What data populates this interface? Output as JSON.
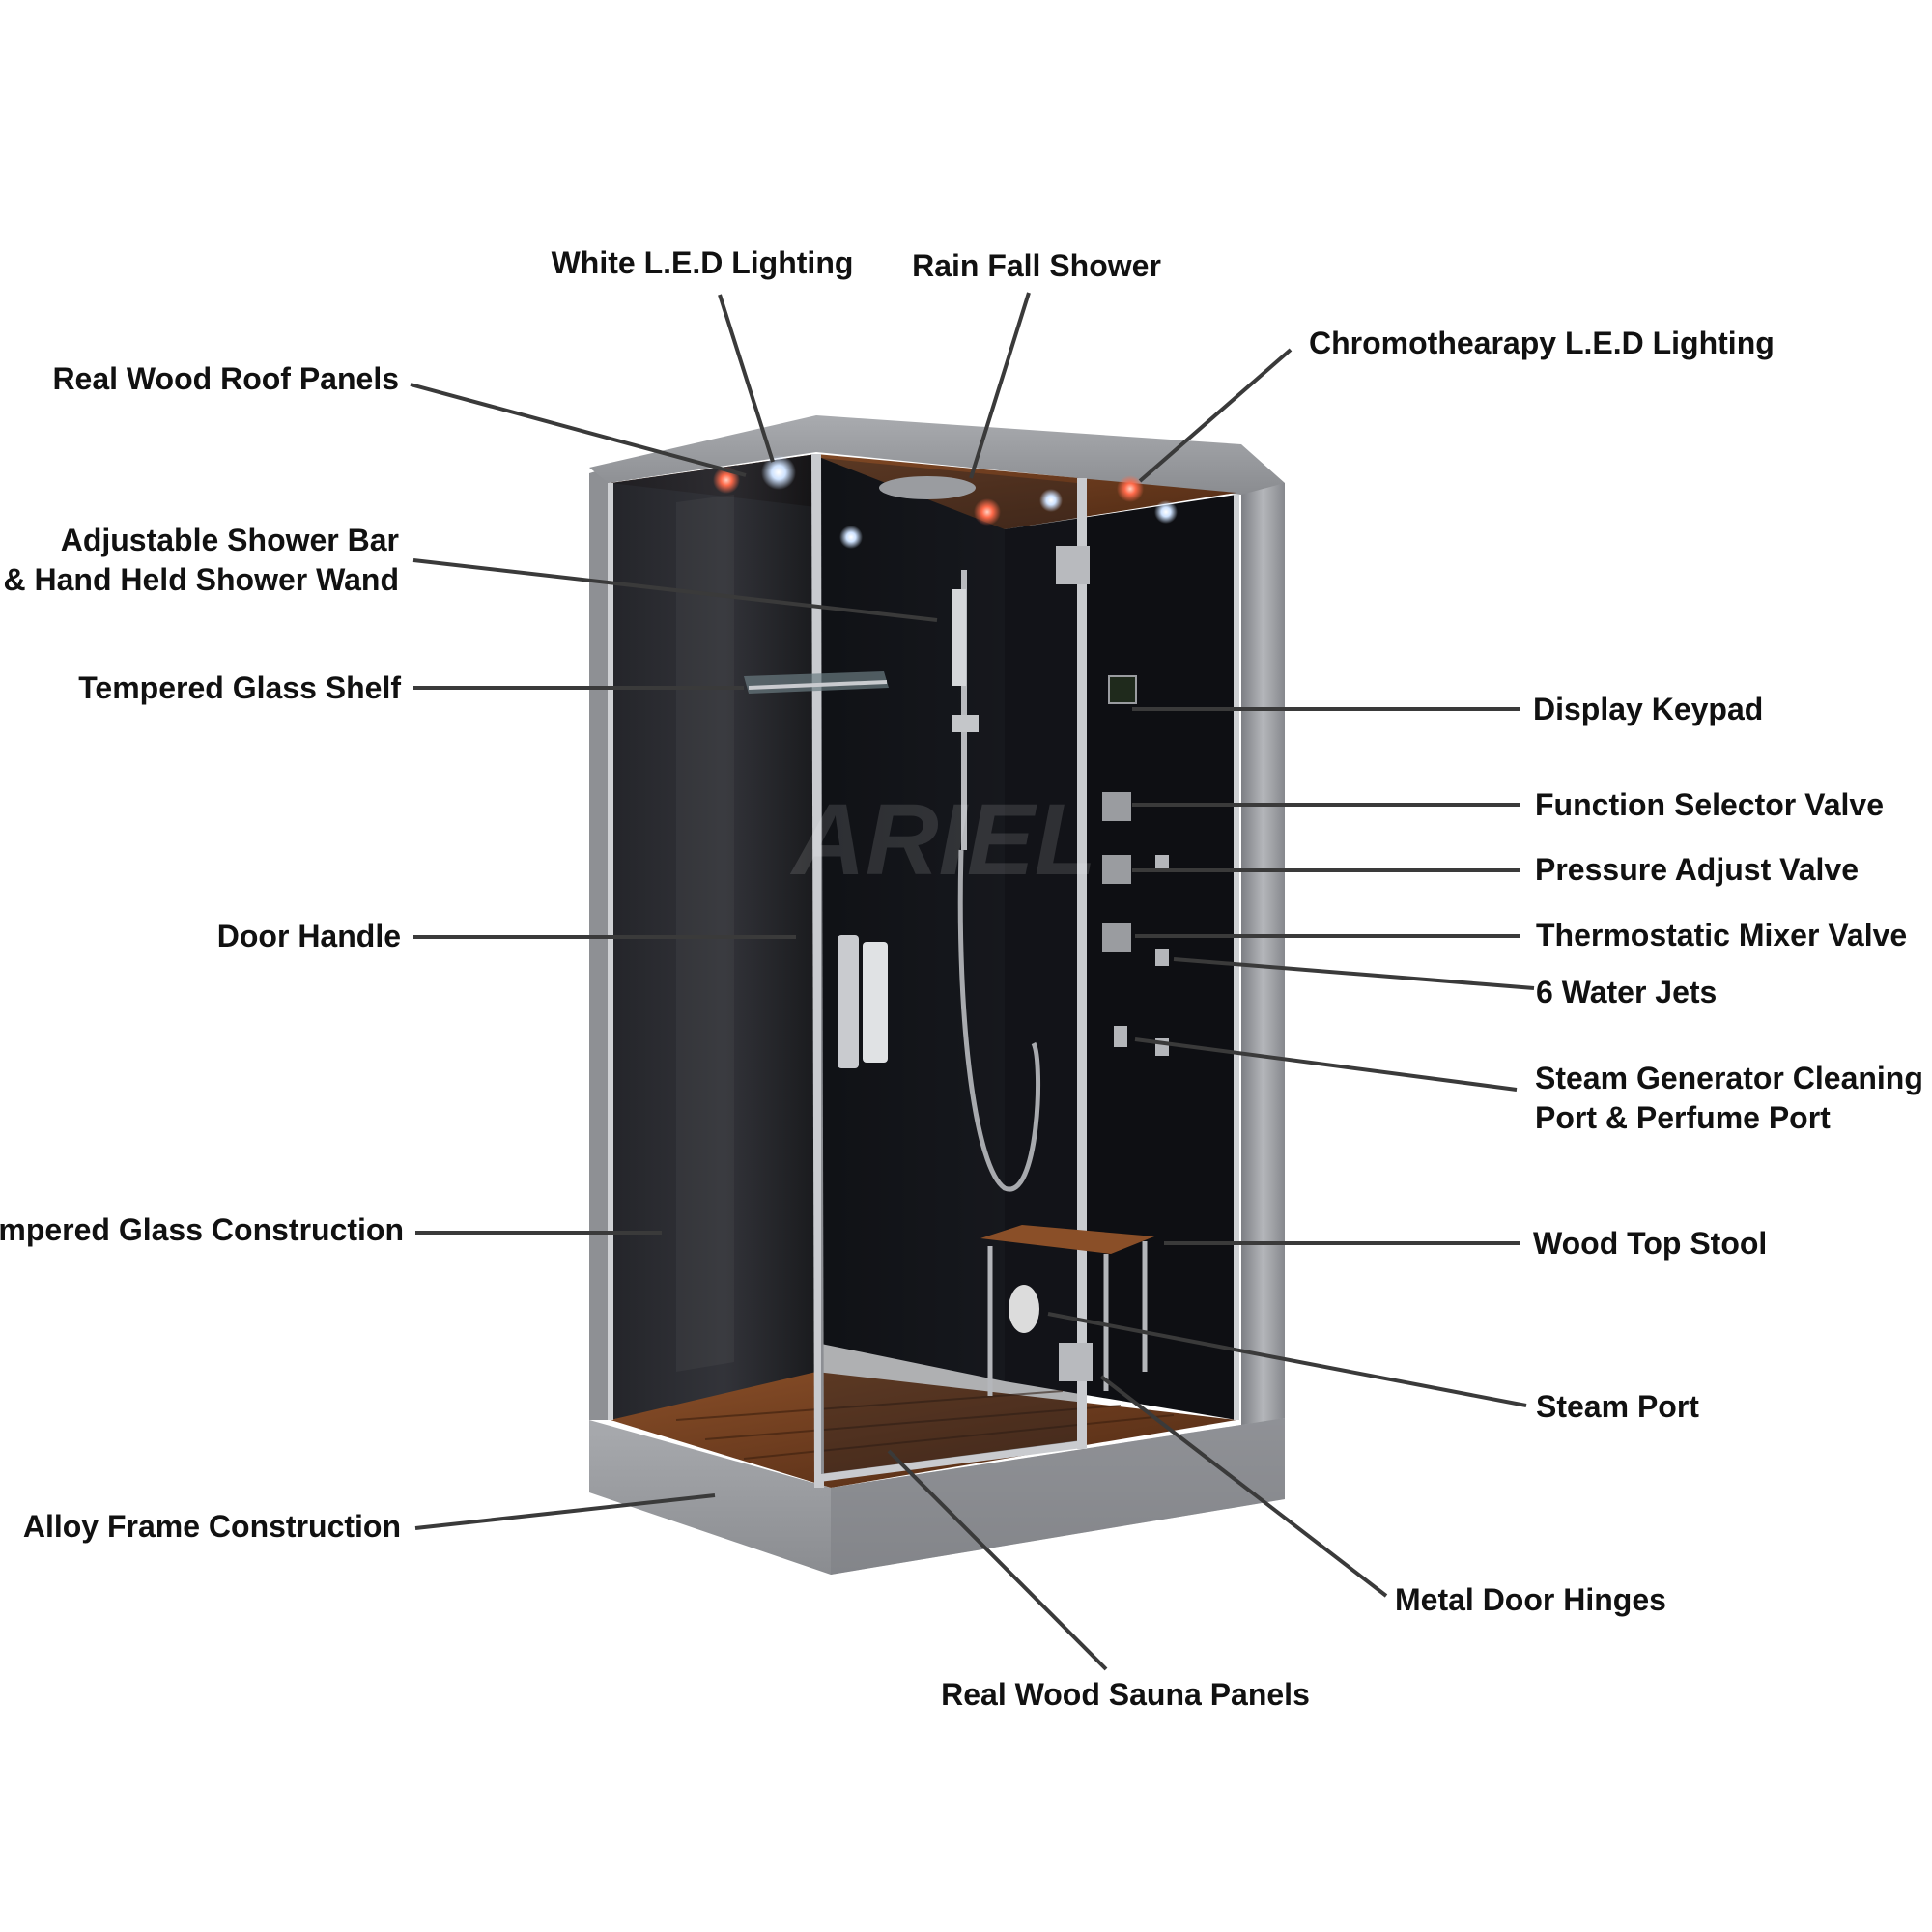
{
  "brand_watermark": "ARIEL",
  "labels": {
    "white_led": "White L.E.D Lighting",
    "rain_fall": "Rain Fall Shower",
    "chromo_led": "Chromothearapy L.E.D Lighting",
    "roof_panels": "Real Wood Roof Panels",
    "shower_bar_1": "Adjustable Shower Bar",
    "shower_bar_2": "& Hand Held Shower Wand",
    "glass_shelf": "Tempered Glass Shelf",
    "door_handle": "Door Handle",
    "glass_construction": "Tempered Glass Construction",
    "alloy_frame": "Alloy Frame Construction",
    "sauna_panels": "Real Wood Sauna Panels",
    "door_hinges": "Metal Door Hinges",
    "steam_port": "Steam Port",
    "wood_stool": "Wood Top Stool",
    "steam_gen_1": "Steam Generator Cleaning",
    "steam_gen_2": "Port & Perfume Port",
    "water_jets": "6 Water Jets",
    "thermostatic": "Thermostatic Mixer Valve",
    "pressure": "Pressure Adjust Valve",
    "function_selector": "Function Selector Valve",
    "display_keypad": "Display Keypad"
  },
  "colors": {
    "frame": "#9a9ca0",
    "glass": "#0c0d10",
    "wood": "#6b3b1e",
    "leader": "#3a3a3a",
    "led_white": "#cfe3ff",
    "led_color": "#ff6a4a"
  }
}
